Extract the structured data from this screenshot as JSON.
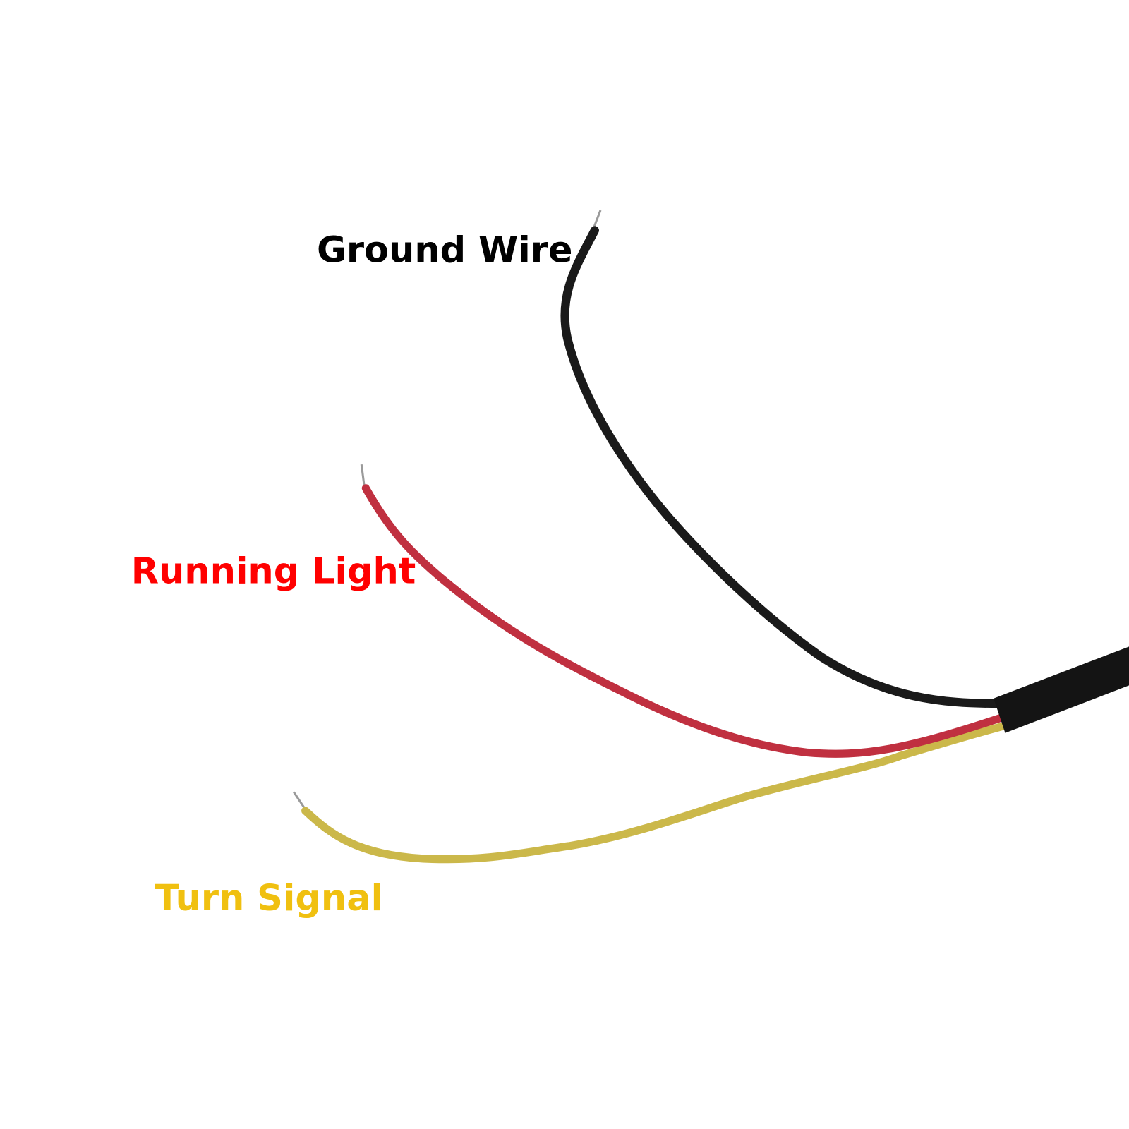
{
  "labels": {
    "ground": "Ground Wire",
    "running": "Running Light",
    "turn": "Turn Signal"
  },
  "colors": {
    "ground_text": "#000000",
    "running_text": "#ff0000",
    "turn_text": "#f0c010",
    "ground_wire": "#1a1a1a",
    "running_wire": "#c03040",
    "turn_wire": "#cbb84a",
    "sheath": "#141414",
    "tip": "#9a9a9a"
  }
}
